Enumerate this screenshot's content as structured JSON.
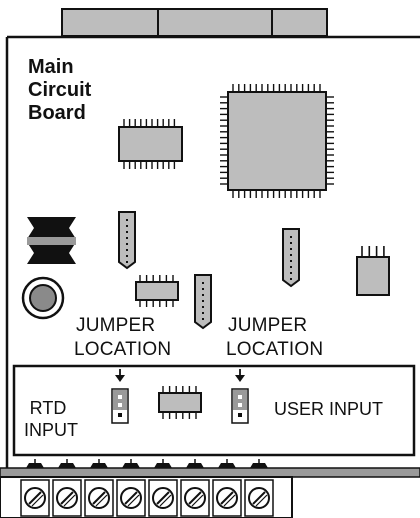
{
  "board_title": [
    "Main",
    "Circuit",
    "Board"
  ],
  "jumper_left": [
    "JUMPER",
    "LOCATION"
  ],
  "jumper_right": [
    "JUMPER",
    "LOCATION"
  ],
  "rtd_input": [
    "RTD",
    "INPUT"
  ],
  "user_input": "USER INPUT",
  "colors": {
    "line": "#111111",
    "chip_fill": "#bdbdbd",
    "board": "#ffffff",
    "rail": "#9a9a9a"
  },
  "terminal_count": 8
}
